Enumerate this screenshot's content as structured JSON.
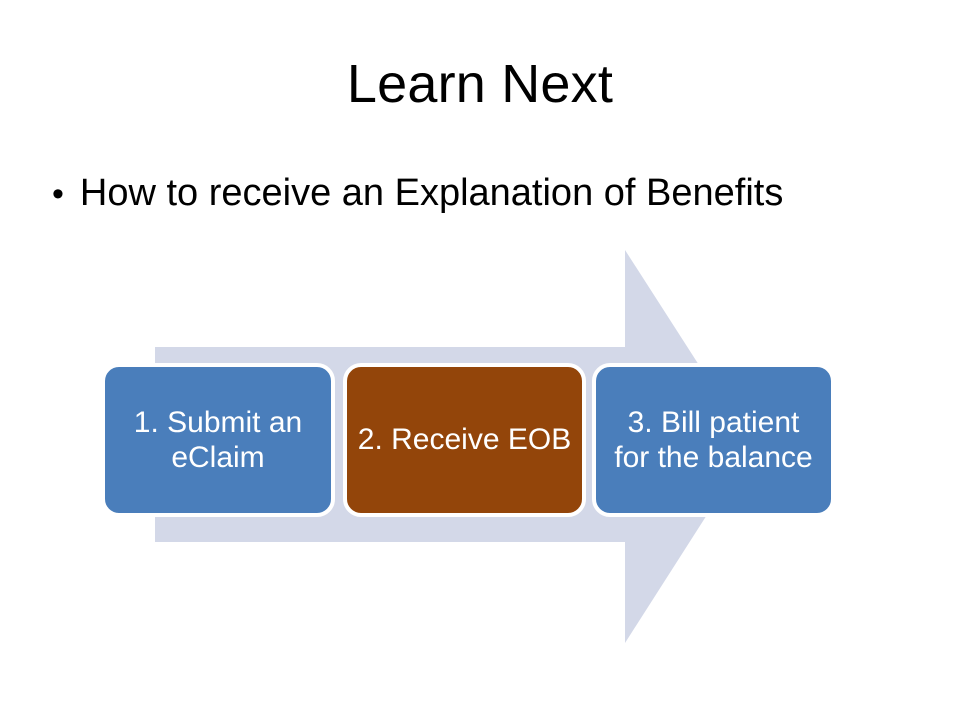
{
  "slide": {
    "title": "Learn Next",
    "background_color": "#ffffff"
  },
  "bullets": [
    {
      "marker": "•",
      "text": "How to receive an Explanation of Benefits"
    }
  ],
  "process_graphic": {
    "arrow": {
      "name": "right-arrow-shape",
      "direction": "right",
      "fill_color": "#d3d8e8"
    },
    "steps": [
      {
        "label": "1. Submit an eClaim",
        "fill_color": "#4a7ebb",
        "border_color": "#ffffff",
        "text_color": "#ffffff"
      },
      {
        "label": "2. Receive EOB",
        "fill_color": "#93450a",
        "border_color": "#ffffff",
        "text_color": "#ffffff"
      },
      {
        "label": "3. Bill patient for the balance",
        "fill_color": "#4a7ebb",
        "border_color": "#ffffff",
        "text_color": "#ffffff"
      }
    ]
  }
}
